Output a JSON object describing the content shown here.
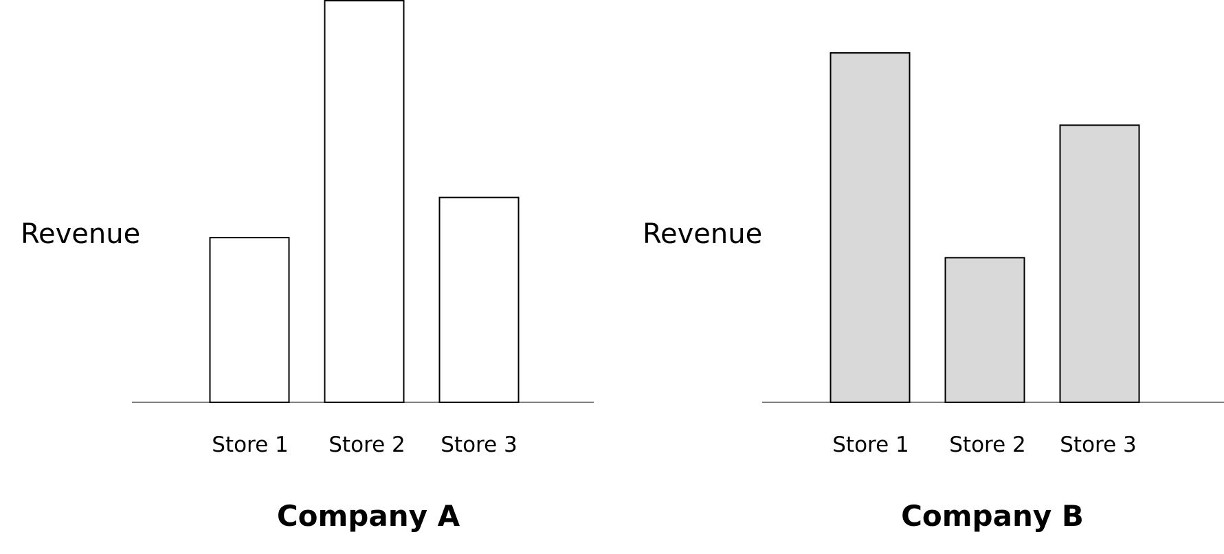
{
  "chart_data": [
    {
      "type": "bar",
      "title": "Company A",
      "ylabel": "Revenue",
      "xlabel": "",
      "categories": [
        "Store 1",
        "Store 2",
        "Store 3"
      ],
      "values": [
        41,
        100,
        51
      ],
      "ylim": [
        0,
        100
      ],
      "bar_color": "#ffffff",
      "grid": false
    },
    {
      "type": "bar",
      "title": "Company B",
      "ylabel": "Revenue",
      "xlabel": "",
      "categories": [
        "Store 1",
        "Store 2",
        "Store 3"
      ],
      "values": [
        87,
        36,
        69
      ],
      "ylim": [
        0,
        100
      ],
      "bar_color": "#d9d9d9",
      "grid": false
    }
  ]
}
